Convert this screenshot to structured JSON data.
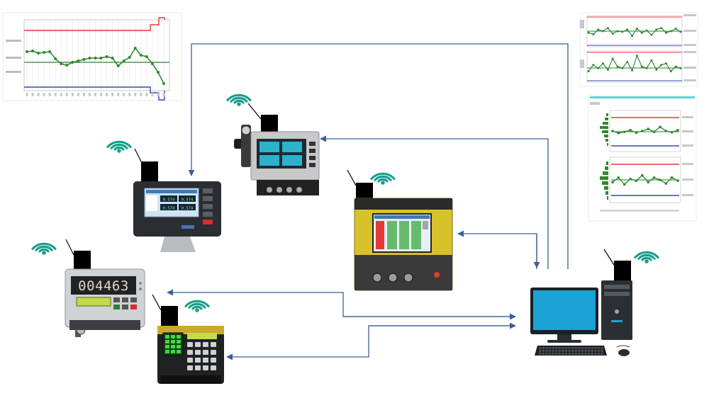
{
  "colors": {
    "wifi": "#1a9e8c",
    "connector": "#3a5f9a",
    "spc_upper": "#e53935",
    "spc_mean": "#2e7d32",
    "spc_lower": "#3949ab",
    "spc_series": "#2e8b2e",
    "monitor_screen": "#1aa3d4"
  },
  "icons": [
    "wifi-icon",
    "arrow-icon",
    "desktop-computer-icon",
    "keyboard-icon",
    "mouse-icon"
  ],
  "readouts": {
    "gauge_display": "004463",
    "tablet_rows": [
      "0.574",
      "0.574",
      "0.574",
      "0.574"
    ]
  },
  "chart_data": [
    {
      "type": "line",
      "series": [
        {
          "values": [
            0.55,
            0.56,
            0.53,
            0.54,
            0.55,
            0.45,
            0.38,
            0.36,
            0.4,
            0.42,
            0.44,
            0.46,
            0.46,
            0.46,
            0.48,
            0.46,
            0.35,
            0.42,
            0.47,
            0.6,
            0.5,
            0.48,
            0.38,
            0.26,
            0.1
          ]
        }
      ],
      "control_limits": {
        "upper": 0.85,
        "center": 0.4,
        "lower": 0.05
      }
    },
    {
      "type": "line",
      "series": [
        {
          "values": [
            0.45,
            0.4,
            0.55,
            0.5,
            0.6,
            0.42,
            0.5,
            0.48,
            0.55,
            0.35,
            0.58,
            0.45,
            0.52,
            0.38,
            0.55,
            0.6,
            0.45,
            0.5,
            0.58,
            0.48
          ]
        },
        {
          "values": [
            0.35,
            0.55,
            0.45,
            0.6,
            0.4,
            0.75,
            0.5,
            0.45,
            0.65,
            0.38,
            0.85,
            0.5,
            0.45,
            0.7,
            0.4,
            0.55,
            0.6,
            0.35,
            0.5,
            0.45
          ]
        }
      ]
    },
    {
      "type": "line",
      "series": [
        {
          "values": [
            0.5,
            0.45,
            0.48,
            0.52,
            0.46,
            0.5,
            0.55,
            0.48,
            0.6,
            0.5,
            0.47,
            0.52
          ]
        },
        {
          "values": [
            0.45,
            0.55,
            0.4,
            0.52,
            0.48,
            0.6,
            0.45,
            0.55,
            0.5,
            0.42,
            0.55,
            0.48
          ]
        }
      ]
    }
  ]
}
